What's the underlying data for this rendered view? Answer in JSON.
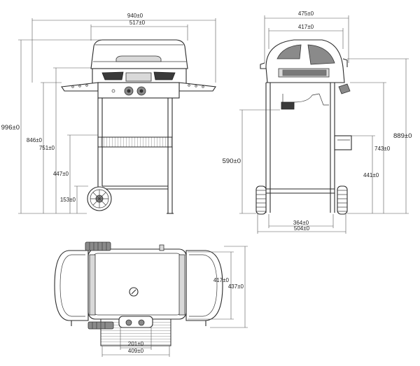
{
  "front_view": {
    "overall_width": "940±0",
    "lid_width": "517±0",
    "total_height": "996±0",
    "side_shelf_height": "846±0",
    "lid_base_height": "751±0",
    "lower_shelf_height": "447±0",
    "wheel_height": "153±0"
  },
  "side_view": {
    "depth": "475±0",
    "lid_depth": "417±0",
    "firebox_height": "590±0",
    "overall_height": "889±0",
    "shelf_height": "743±0",
    "tank_height": "441±0",
    "inner_depth": "364±0",
    "base_depth": "504±0"
  },
  "top_view": {
    "body_depth": "417±0",
    "overall_depth": "437±0",
    "handle_width": "201±0",
    "body_width": "409±0"
  }
}
